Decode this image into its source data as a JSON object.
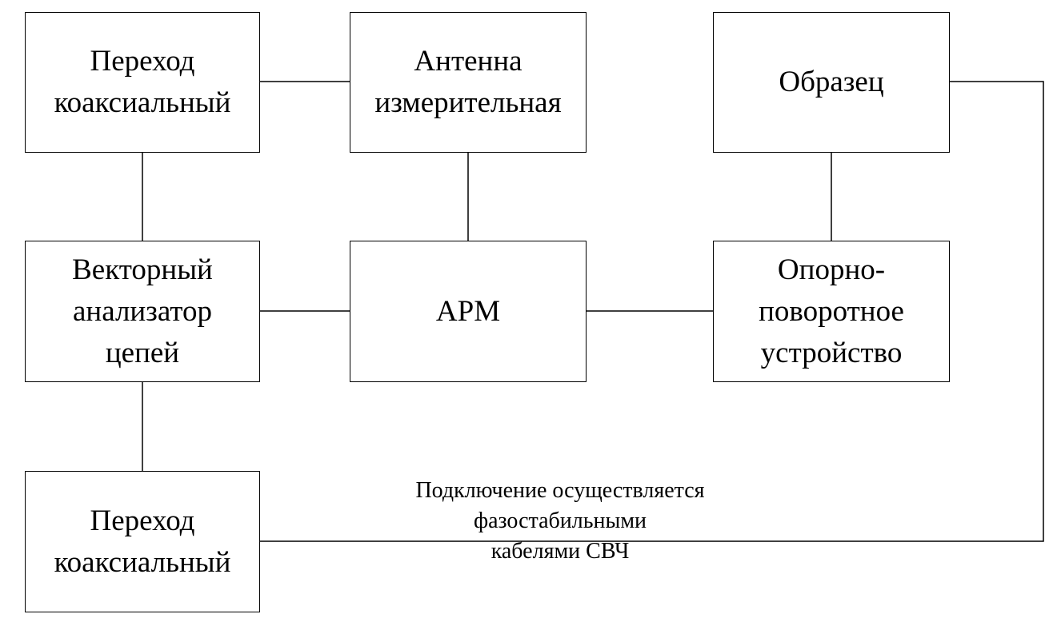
{
  "blocks": {
    "coax_top": "Переход\nкоаксиальный",
    "antenna": "Антенна\nизмерительная",
    "sample": "Образец",
    "vna": "Векторный\nанализатор\nцепей",
    "arm": "АРМ",
    "positioner": "Опорно-\nповоротное\nустройство",
    "coax_bottom": "Переход\nкоаксиальный"
  },
  "note": "Подключение осуществляется фазостабильными\nкабелями СВЧ"
}
